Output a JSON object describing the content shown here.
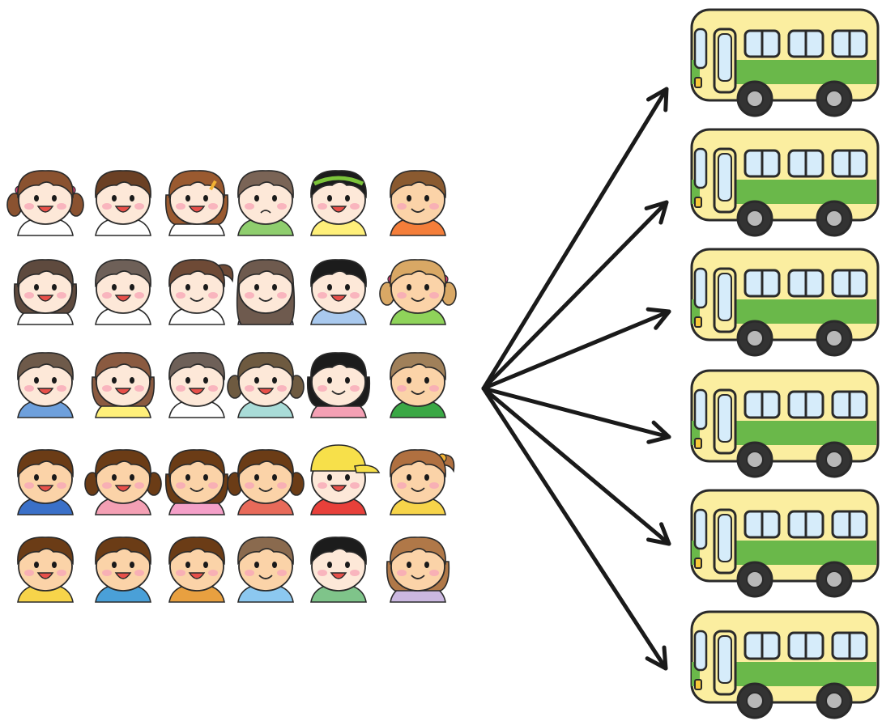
{
  "children": {
    "rows": [
      [
        {
          "hair": "#8a5230",
          "skin": "#fde8d8",
          "style": "pigtails",
          "shirt": "#ffffff",
          "mouth": "grin",
          "acc": "#e0407a"
        },
        {
          "hair": "#6b4024",
          "skin": "#fde8d8",
          "style": "short",
          "shirt": "#ffffff",
          "mouth": "grin"
        },
        {
          "hair": "#9a5a30",
          "skin": "#fde8d8",
          "style": "bob",
          "shirt": "#ffffff",
          "mouth": "grin",
          "acc": "#f2b233"
        },
        {
          "hair": "#7a6456",
          "skin": "#fde8d8",
          "style": "short",
          "shirt": "#8fce6e",
          "mouth": "frown"
        },
        {
          "hair": "#1c1c1c",
          "skin": "#fde8d8",
          "style": "headband",
          "shirt": "#fff07a",
          "mouth": "grin",
          "acc": "#7cc43a"
        },
        {
          "hair": "#8a5a30",
          "skin": "#fbd3a8",
          "style": "short",
          "shirt": "#f47e3a",
          "mouth": "happy"
        }
      ],
      [
        {
          "hair": "#5e4a3e",
          "skin": "#fde8d8",
          "style": "bob",
          "shirt": "#ffffff",
          "mouth": "grin"
        },
        {
          "hair": "#6e6058",
          "skin": "#fde8d8",
          "style": "short",
          "shirt": "#ffffff",
          "mouth": "grin"
        },
        {
          "hair": "#6e4a36",
          "skin": "#fde8d8",
          "style": "ponytail",
          "shirt": "#ffffff",
          "mouth": "smile"
        },
        {
          "hair": "#6e5a4e",
          "skin": "#fde8d8",
          "style": "long",
          "shirt": "#b6a2cf",
          "mouth": "smile"
        },
        {
          "hair": "#1c1c1c",
          "skin": "#fde8d8",
          "style": "short",
          "shirt": "#a9c9ee",
          "mouth": "grin"
        },
        {
          "hair": "#d9a865",
          "skin": "#fbd3a8",
          "style": "pigtails",
          "shirt": "#8fd35a",
          "mouth": "happy",
          "acc": "#e0407a"
        }
      ],
      [
        {
          "hair": "#6e5a4a",
          "skin": "#fde8d8",
          "style": "short",
          "shirt": "#6ea0dc",
          "mouth": "grin"
        },
        {
          "hair": "#8a5a40",
          "skin": "#fde8d8",
          "style": "bob",
          "shirt": "#fff07a",
          "mouth": "grin"
        },
        {
          "hair": "#6e6058",
          "skin": "#fde8d8",
          "style": "short",
          "shirt": "#ffffff",
          "mouth": "grin"
        },
        {
          "hair": "#6e5a40",
          "skin": "#fde8d8",
          "style": "pigtails",
          "shirt": "#a9dcd8",
          "mouth": "grin"
        },
        {
          "hair": "#1c1c1c",
          "skin": "#fde8d8",
          "style": "bob",
          "shirt": "#f4a0b4",
          "mouth": "smile"
        },
        {
          "hair": "#a0805a",
          "skin": "#fbd3a8",
          "style": "short",
          "shirt": "#3aa845",
          "mouth": "happy"
        }
      ],
      [
        {
          "hair": "#6b3c16",
          "skin": "#fbd3a8",
          "style": "short",
          "shirt": "#3a70c8",
          "mouth": "grin"
        },
        {
          "hair": "#6b3c16",
          "skin": "#fbd3a8",
          "style": "pigtails",
          "shirt": "#f4a0b4",
          "mouth": "grin"
        },
        {
          "hair": "#6b3c16",
          "skin": "#fbd3a8",
          "style": "bob",
          "shirt": "#f4a0c8",
          "mouth": "smile"
        },
        {
          "hair": "#6b3c16",
          "skin": "#fbd3a8",
          "style": "pigtails",
          "shirt": "#e86a5a",
          "mouth": "smile"
        },
        {
          "hair": "#f7e04a",
          "skin": "#fde8d8",
          "style": "cap",
          "shirt": "#e8403a",
          "mouth": "grin"
        },
        {
          "hair": "#b07040",
          "skin": "#fbd3a8",
          "style": "ponytail",
          "shirt": "#f7d44a",
          "mouth": "happy",
          "acc": "#f2b233"
        }
      ],
      [
        {
          "hair": "#6b3c16",
          "skin": "#fbd3a8",
          "style": "short",
          "shirt": "#f7d44a",
          "mouth": "grin"
        },
        {
          "hair": "#6b3c16",
          "skin": "#fbd3a8",
          "style": "short",
          "shirt": "#4aa0d8",
          "mouth": "grin"
        },
        {
          "hair": "#6b3c16",
          "skin": "#fbd3a8",
          "style": "short",
          "shirt": "#e8a040",
          "mouth": "grin"
        },
        {
          "hair": "#8a6a4e",
          "skin": "#fbd3a8",
          "style": "short",
          "shirt": "#8cc8f0",
          "mouth": "happy"
        },
        {
          "hair": "#1c1c1c",
          "skin": "#fde8d8",
          "style": "short",
          "shirt": "#7fc48a",
          "mouth": "grin"
        },
        {
          "hair": "#b07848",
          "skin": "#fbd3a8",
          "style": "bob",
          "shirt": "#cbb8e0",
          "mouth": "happy"
        }
      ]
    ]
  },
  "buses": {
    "count": 6,
    "body_color": "#fbeea0",
    "stripe_color": "#6ab84a",
    "window_color": "#d6ecfa",
    "wheel_color": "#555555",
    "outline_color": "#2a2a2a"
  },
  "arrows": {
    "count": 6,
    "color": "#1a1a1a"
  }
}
